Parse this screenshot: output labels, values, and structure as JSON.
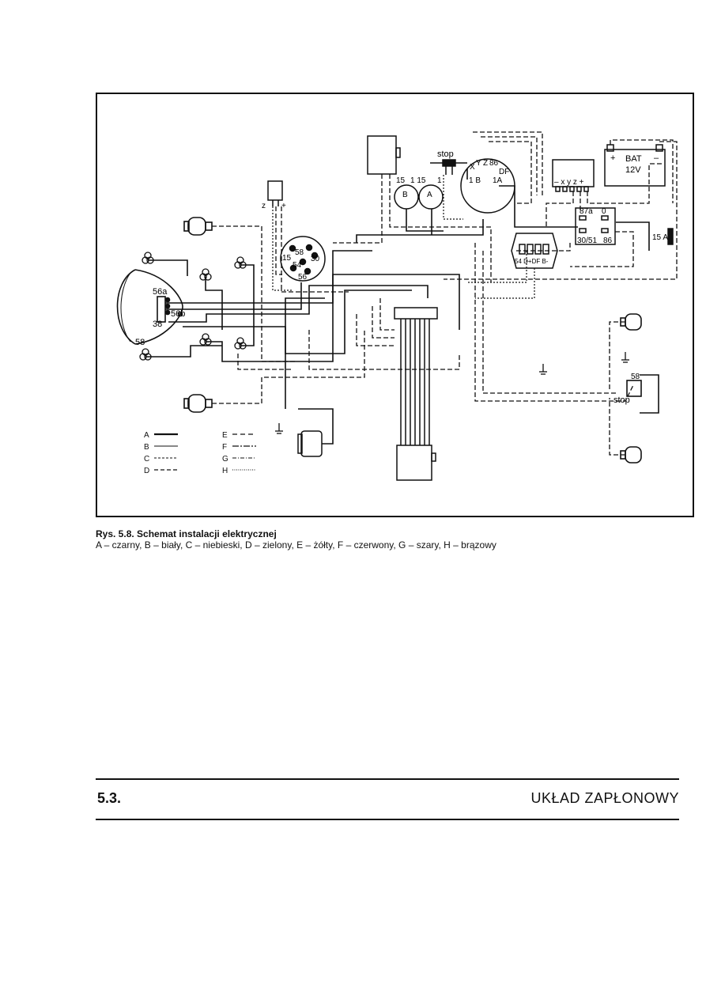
{
  "figure": {
    "caption_title": "Rys. 5.8. Schemat instalacji elektrycznej",
    "caption_legend": "A – czarny, B – biały, C – niebieski, D – zielony, E – żółty, F – czerwony, G – szary, H – brązowy",
    "legend_items": [
      {
        "key": "A",
        "style": "thick"
      },
      {
        "key": "B",
        "style": "thin"
      },
      {
        "key": "C",
        "style": "dashed-fine"
      },
      {
        "key": "D",
        "style": "dashed"
      },
      {
        "key": "E",
        "style": "dashed-wide"
      },
      {
        "key": "F",
        "style": "dash-dot"
      },
      {
        "key": "G",
        "style": "dash-dot-fine"
      },
      {
        "key": "H",
        "style": "dotted"
      }
    ],
    "labels": {
      "stop_top": "stop",
      "stop_bottom": "stop",
      "bat": "BAT",
      "bat_voltage": "12V",
      "fuse": "15 A",
      "z_terminal": "z",
      "plus_terminal": "+",
      "headlamp_56a": "56a",
      "headlamp_56b": "56b",
      "headlamp_38": "38",
      "headlamp_58": "58",
      "switch_15": "15",
      "switch_58": "58",
      "switch_30": "30",
      "switch_54": "54",
      "switch_56": "56",
      "coil_15_a": "15",
      "coil_115": "1 15",
      "coil_1": "1",
      "coil_b": "B",
      "coil_a": "A",
      "gen_x": "X",
      "gen_y": "Y",
      "gen_z": "Z",
      "gen_86": "86",
      "gen_1b": "1 B",
      "gen_1a": "1A",
      "gen_df": "DF",
      "reg_terminals": "– x y z +",
      "relay_87a": "87a",
      "relay_0": "0",
      "relay_3051": "30/51",
      "relay_86": "86",
      "block_terminals": "54 D+DF B-",
      "rear_58": "58",
      "bat_plus": "+",
      "bat_minus": "–"
    }
  },
  "section": {
    "number": "5.3.",
    "title": "UKŁAD ZAPŁONOWY"
  }
}
